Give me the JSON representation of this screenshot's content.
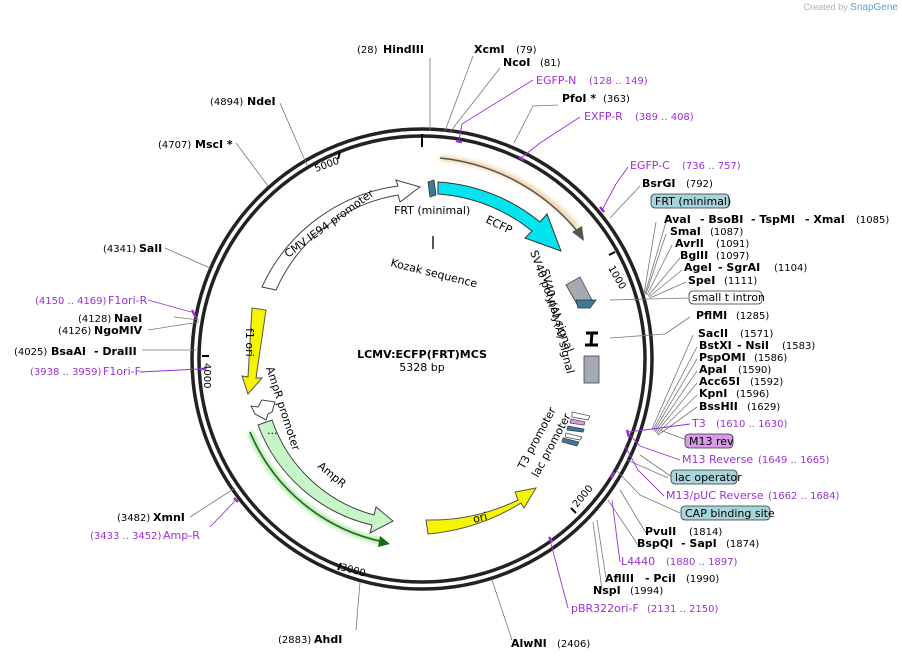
{
  "credit": {
    "prefix": "Created by",
    "brand": "SnapGene"
  },
  "plasmid": {
    "name": "LCMV:ECFP(FRT)MCS",
    "size": "5328 bp"
  },
  "ticks": [
    "1000",
    "2000",
    "3000",
    "4000",
    "5000"
  ],
  "sites": {
    "hindiii": {
      "pos": "(28)",
      "name": "HindIII"
    },
    "xcmi": {
      "name": "XcmI",
      "pos": "(79)"
    },
    "ncoi": {
      "name": "NcoI",
      "pos": "(81)"
    },
    "pfoi": {
      "name": "PfoI *",
      "pos": "(363)"
    },
    "bsrgi": {
      "name": "BsrGI",
      "pos": "(792)"
    },
    "avai": {
      "name": "AvaI",
      "name2": "BsoBI",
      "name3": "TspMI",
      "name4": "XmaI",
      "pos": "(1085)"
    },
    "smai": {
      "name": "SmaI",
      "pos": "(1087)"
    },
    "avrii": {
      "name": "AvrII",
      "pos": "(1091)"
    },
    "bglii": {
      "name": "BglII",
      "pos": "(1097)"
    },
    "agei": {
      "name": "AgeI",
      "name2": "SgrAI",
      "pos": "(1104)"
    },
    "spei": {
      "name": "SpeI",
      "pos": "(1111)"
    },
    "pflmi": {
      "name": "PflMI",
      "pos": "(1285)"
    },
    "sacii": {
      "name": "SacII",
      "pos": "(1571)"
    },
    "bstxi": {
      "name": "BstXI",
      "name2": "NsiI",
      "pos": "(1583)"
    },
    "pspomi": {
      "name": "PspOMI",
      "pos": "(1586)"
    },
    "apai": {
      "name": "ApaI",
      "pos": "(1590)"
    },
    "acc65i": {
      "name": "Acc65I",
      "pos": "(1592)"
    },
    "kpni": {
      "name": "KpnI",
      "pos": "(1596)"
    },
    "bsshii": {
      "name": "BssHII",
      "pos": "(1629)"
    },
    "pvuii": {
      "name": "PvuII",
      "pos": "(1814)"
    },
    "bspqi": {
      "name": "BspQI",
      "name2": "SapI",
      "pos": "(1874)"
    },
    "afliii": {
      "name": "AflIII",
      "name2": "PciI",
      "pos": "(1990)"
    },
    "nspi": {
      "name": "NspI",
      "pos": "(1994)"
    },
    "alwni": {
      "name": "AlwNI",
      "pos": "(2406)"
    },
    "ahdi": {
      "pos": "(2883)",
      "name": "AhdI"
    },
    "xmni": {
      "pos": "(3482)",
      "name": "XmnI"
    },
    "bsaai": {
      "pos": "(4025)",
      "name": "BsaAI",
      "name2": "DraIII"
    },
    "ngomiv": {
      "pos": "(4126)",
      "name": "NgoMIV"
    },
    "naei": {
      "pos": "(4128)",
      "name": "NaeI"
    },
    "sali": {
      "pos": "(4341)",
      "name": "SalI"
    },
    "msci": {
      "pos": "(4707)",
      "name": "MscI *"
    },
    "ndei": {
      "pos": "(4894)",
      "name": "NdeI"
    }
  },
  "primers": {
    "egfpn": {
      "name": "EGFP-N",
      "pos": "(128 .. 149)"
    },
    "exfpr": {
      "name": "EXFP-R",
      "pos": "(389 .. 408)"
    },
    "egfpc": {
      "name": "EGFP-C",
      "pos": "(736 .. 757)"
    },
    "t3": {
      "name": "T3",
      "pos": "(1610 .. 1630)"
    },
    "m13rev": {
      "name": "M13 Reverse",
      "pos": "(1649 .. 1665)"
    },
    "m13puc": {
      "name": "M13/pUC Reverse",
      "pos": "(1662 .. 1684)"
    },
    "l4440": {
      "name": "L4440",
      "pos": "(1880 .. 1897)"
    },
    "pbr322": {
      "name": "pBR322ori-F",
      "pos": "(2131 .. 2150)"
    },
    "ampr": {
      "name": "Amp-R",
      "pos": "(3433 .. 3452)"
    },
    "f1orif": {
      "name": "F1ori-F",
      "pos": "(3938 .. 3959)"
    },
    "f1orir": {
      "name": "F1ori-R",
      "pos": "(4150 .. 4169)"
    }
  },
  "boxes": {
    "frt_min": "FRT (minimal)",
    "small_t": "small t intron",
    "m13rev": "M13 rev",
    "lac_op": "lac operator",
    "cap": "CAP binding site"
  },
  "features": {
    "cmv": "CMV IE94 promoter",
    "frt_inner": "FRT (minimal)",
    "ecfp": "ECFP",
    "kozak": "Kozak sequence",
    "sv40a": "SV40 poly(A) signal",
    "sv40b": "SV40 poly(A) signal",
    "f1ori": "f1 ori",
    "ampr_prom": "AmpR promoter",
    "ampr": "AmpR",
    "ori": "ori",
    "t3prom": "T3 promoter",
    "lacprom": "lac promoter"
  },
  "colors": {
    "ecfp": "#00e5ef",
    "f1ori": "#f5f500",
    "ori": "#f5f500",
    "ampr": "#c8f5c8",
    "primer": "#9b30d9",
    "box_teal": "#a8d4dc",
    "box_purple": "#d99be8",
    "orf": "#e8a040"
  }
}
